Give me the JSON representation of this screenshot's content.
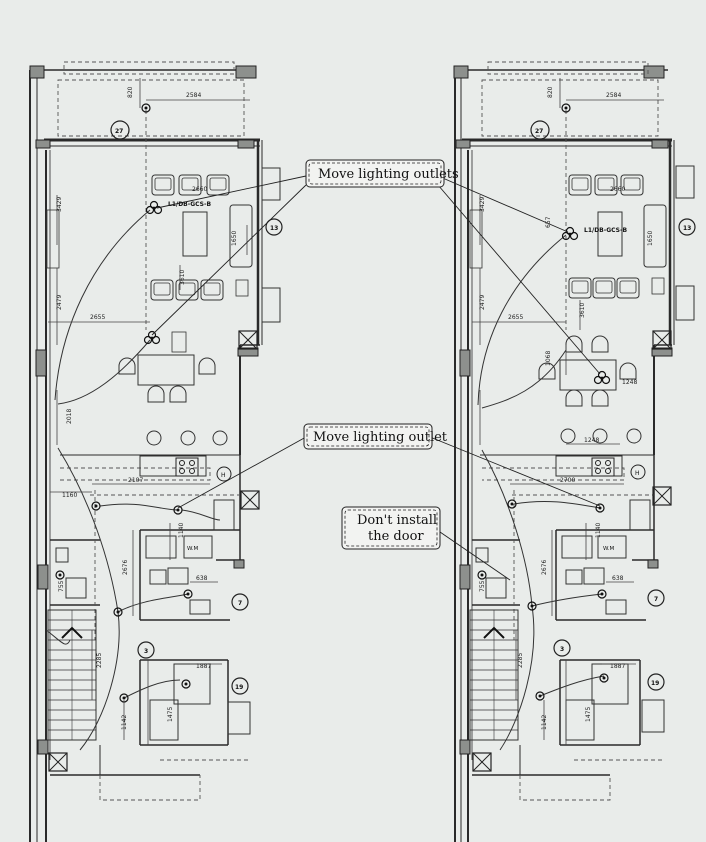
{
  "callouts": {
    "top": "Move lighting outlets",
    "middle": "Move lighting outlet",
    "door_line1": "Don't install",
    "door_line2": "the door"
  },
  "left_plan": {
    "dims": {
      "top_width": "2584",
      "top_height": "820",
      "sofa_w": "2660",
      "wall_v": "3429",
      "tv": "1650",
      "v_center": "3610",
      "living_v": "2479",
      "dining_w": "2655",
      "dining_v": "2018",
      "hall_w": "2107",
      "entry_w": "1160",
      "wash_v": "1140",
      "corr_v": "2676",
      "bath_w": "638",
      "wc_v": "755",
      "stair_v": "2285",
      "lower_w": "1887",
      "lower_v": "1475",
      "stair_bottom": "1142"
    },
    "tags": {
      "circuit": "L1/DB-GCS-B",
      "wm": "W.M",
      "h": "H"
    },
    "markers": [
      "27",
      "13",
      "7",
      "3",
      "19"
    ]
  },
  "right_plan": {
    "dims": {
      "top_width": "2584",
      "top_height": "820",
      "sofa_w": "2660",
      "wall_v": "3429",
      "tv": "1650",
      "v_center": "3610",
      "v_small": "657",
      "living_v": "2479",
      "dining_w": "2655",
      "dining_v": "1068",
      "small_w": "1248",
      "kitchen_w": "1248",
      "hall_w": "2700",
      "wash_v": "1140",
      "corr_v": "2676",
      "bath_w": "638",
      "wc_v": "755",
      "stair_v": "2285",
      "lower_w": "1887",
      "lower_v": "1475",
      "stair_bottom": "1142"
    },
    "tags": {
      "circuit": "L1/DB-GCS-B",
      "wm": "W.M",
      "h": "H"
    },
    "markers": [
      "27",
      "13",
      "7",
      "3",
      "19"
    ]
  },
  "colors": {
    "paper": "#e9ecea",
    "ink": "#2a2a2a",
    "dashed": "#555555",
    "wall_fill": "#9a9c9a"
  }
}
